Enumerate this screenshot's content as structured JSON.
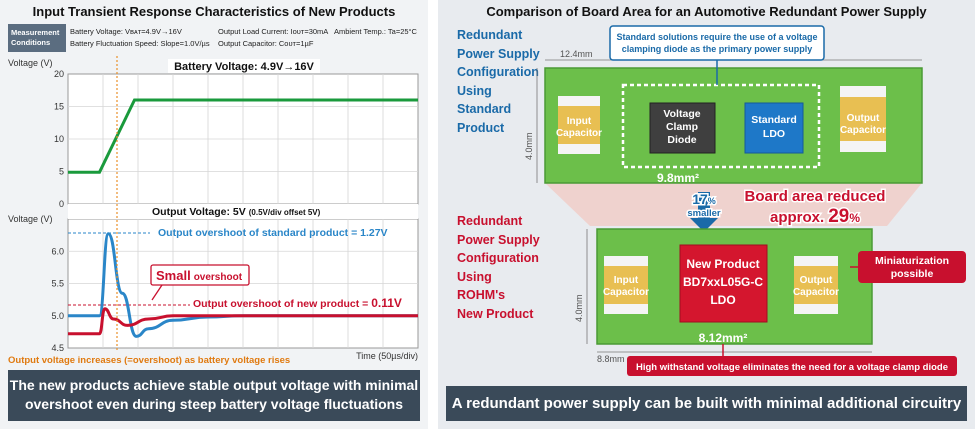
{
  "left": {
    "title": "Input Transient Response Characteristics of New Products",
    "conditions_label": "Measurement Conditions",
    "conditions": {
      "battery_voltage": "Battery Voltage: Vʙᴀᴛ=4.9V→16V",
      "load_current": "Output Load Current: Iᴏᴜᴛ=30mA",
      "ambient_temp": "Ambient Temp.: Ta=25°C",
      "fluct_speed": "Battery Fluctuation Speed: Slope=1.0V/µs",
      "output_cap": "Output Capacitor: Cᴏᴜᴛ=1µF"
    },
    "top_chart": {
      "ylabel": "Voltage (V)",
      "title": "Battery Voltage: 4.9V→16V",
      "yticks": [
        "20",
        "15",
        "10",
        "5",
        "0"
      ]
    },
    "bottom_chart": {
      "ylabel": "Voltage (V)",
      "title_main": "Output Voltage: 5V",
      "title_sub": "(0.5V/div offset 5V)",
      "yticks": [
        "6.0",
        "5.5",
        "5.0",
        "4.5"
      ],
      "xlabel": "Time (50µs/div)",
      "std_overshoot_label": "Output overshoot of standard product = 1.27V",
      "new_overshoot_label": "Output overshoot of new product = ",
      "new_overshoot_value": "0.11V",
      "small_big": "Small",
      "small_rest": "overshoot",
      "note": "Output voltage increases (=overshoot) as battery voltage rises"
    },
    "caption_line1": "The new products achieve stable output voltage with minimal",
    "caption_line2": "overshoot even during steep battery voltage fluctuations",
    "colors": {
      "battery": "#1a9a3c",
      "standard": "#2a86c8",
      "new": "#c8102e"
    }
  },
  "chart_data": [
    {
      "type": "line",
      "ylabel": "Voltage (V)",
      "title": "Battery Voltage: 4.9V→16V",
      "ylim": [
        0,
        20
      ],
      "series": [
        {
          "name": "Battery Voltage",
          "x": [
            0,
            0.9,
            1.9,
            2.2,
            10
          ],
          "y": [
            4.9,
            4.9,
            16,
            16,
            16
          ]
        }
      ]
    },
    {
      "type": "line",
      "ylabel": "Voltage (V)",
      "xlabel": "Time (50µs/div)",
      "title": "Output Voltage: 5V (0.5V/div offset 5V)",
      "ylim": [
        4.5,
        6.5
      ],
      "series": [
        {
          "name": "",
          "x": [
            0,
            0.9,
            1.15,
            1.55,
            1.95,
            2.3,
            3,
            4,
            5,
            10
          ],
          "y": [
            5.0,
            5.0,
            6.27,
            5.35,
            4.68,
            4.8,
            4.93,
            4.98,
            5.0,
            5.0
          ]
        },
        {
          "name": "",
          "x": [
            0,
            0.9,
            1.05,
            1.3,
            1.7,
            2.3,
            3,
            10
          ],
          "y": [
            4.72,
            4.72,
            5.11,
            4.95,
            4.85,
            4.95,
            5.0,
            5.0
          ]
        }
      ],
      "annotations": [
        "Output overshoot of standard product = 1.27V",
        "Output overshoot of new product = 0.11V"
      ]
    }
  ],
  "right": {
    "title": "Comparison of Board Area for an Automotive Redundant Power Supply",
    "std_config": [
      "Redundant",
      "Power Supply",
      "Configuration",
      "Using",
      "Standard",
      "Product"
    ],
    "rohm_config": [
      "Redundant",
      "Power Supply",
      "Configuration",
      "Using",
      "ROHM's",
      "New Product"
    ],
    "std_width": "12.4mm",
    "std_height": "4.0mm",
    "std_note_line1": "Standard solutions require the use of a voltage",
    "std_note_line2": "clamping diode as the primary power supply",
    "input_cap": [
      "Input",
      "Capacitor"
    ],
    "output_cap": [
      "Output",
      "Capacitor"
    ],
    "clamp_diode": [
      "Voltage",
      "Clamp",
      "Diode"
    ],
    "std_ldo": [
      "Standard",
      "LDO"
    ],
    "std_area": "9.8mm²",
    "reduction_pct": "17",
    "reduction_unit": "%",
    "reduction_word": "smaller",
    "board_reduced_line1": "Board area reduced",
    "board_reduced_prefix": "approx.",
    "board_reduced_value": "29",
    "board_reduced_unit": "%",
    "new_product": [
      "New Product",
      "BD7xxL05G-C",
      "LDO"
    ],
    "new_area": "8.12mm²",
    "new_width": "8.8mm",
    "new_height": "4.0mm",
    "miniaturization": [
      "Miniaturization",
      "possible"
    ],
    "high_withstand": "High withstand voltage eliminates the need for a voltage clamp diode",
    "caption": "A redundant power supply can be built with minimal additional circuitry",
    "colors": {
      "board": "#6cbf4a",
      "board_dark": "#4a9a35",
      "chip": "#e8bf52",
      "blue": "#1a6aa8",
      "red": "#c8102e"
    }
  }
}
